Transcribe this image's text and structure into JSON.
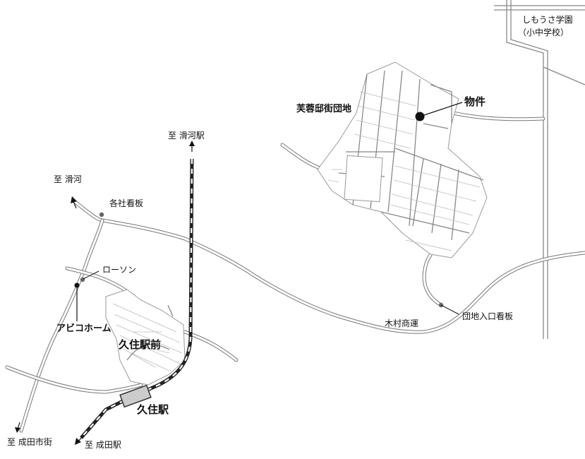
{
  "labels": {
    "school_line1": "しもうさ学園",
    "school_line2": "（小中学校）",
    "fuyou_danchi": "芙蓉邸街団地",
    "property": "物件",
    "to_namegawa_station": "至 滑河駅",
    "to_namegawa": "至 滑河",
    "kakusha_kanban": "各社看板",
    "lawson": "ローソン",
    "abico_home": "アビコホーム",
    "kuzumi_ekimae": "久住駅前",
    "kuzumi_station": "久住駅",
    "to_narita_city": "至 成田市街",
    "to_narita_station": "至 成田駅",
    "kimura_shouun": "木村商運",
    "danchi_entrance_sign": "団地入口看板"
  },
  "colors": {
    "road_casing": "#777777",
    "railway": "#222222",
    "station_fill": "#cccccc"
  }
}
